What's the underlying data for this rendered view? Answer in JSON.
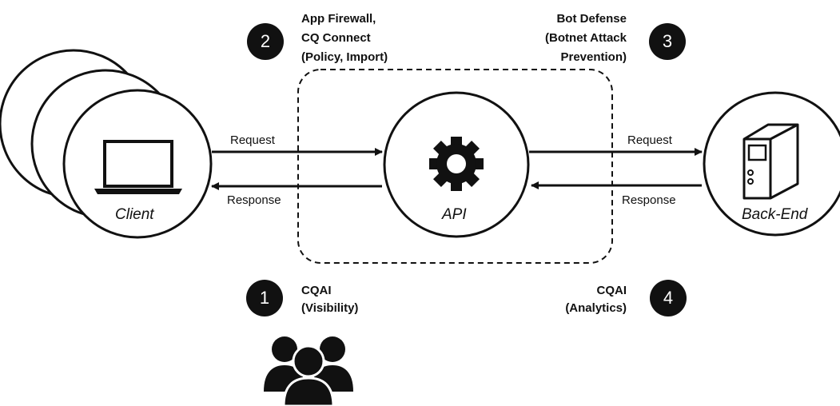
{
  "nodes": {
    "client": "Client",
    "api": "API",
    "backend": "Back-End"
  },
  "links": {
    "left_request": "Request",
    "left_response": "Response",
    "right_request": "Request",
    "right_response": "Response"
  },
  "steps": [
    {
      "number": "1",
      "lines": [
        "CQAI",
        "(Visibility)"
      ]
    },
    {
      "number": "2",
      "lines": [
        "App Firewall,",
        "CQ Connect",
        "(Policy, Import)"
      ]
    },
    {
      "number": "3",
      "lines": [
        "Bot Defense",
        "(Botnet Attack",
        "Prevention)"
      ]
    },
    {
      "number": "4",
      "lines": [
        "CQAI",
        "(Analytics)"
      ]
    }
  ],
  "icons": {
    "client": "laptop-icon",
    "api": "gear-icon",
    "backend": "server-icon",
    "users": "users-group-icon"
  }
}
